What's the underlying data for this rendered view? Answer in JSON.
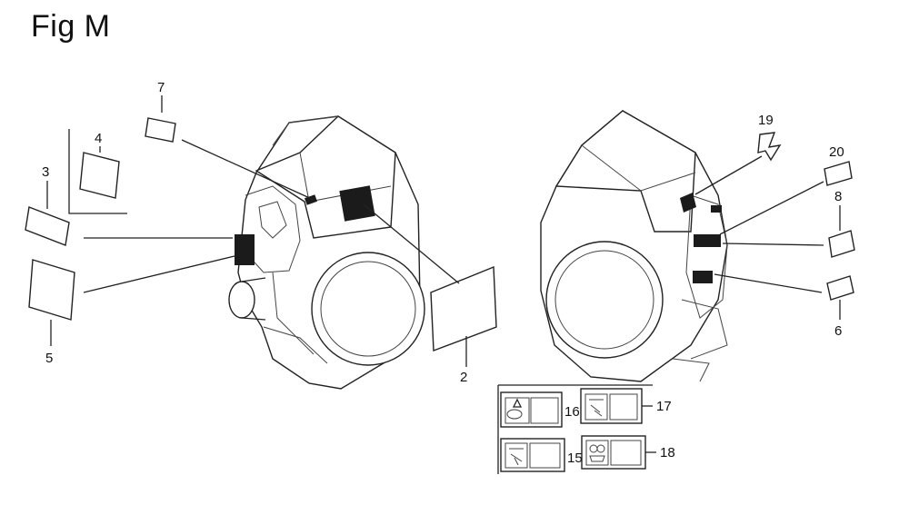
{
  "figure": {
    "title": "Fig M"
  },
  "callouts": {
    "c2": "2",
    "c3": "3",
    "c4": "4",
    "c5": "5",
    "c6": "6",
    "c7": "7",
    "c8": "8",
    "c15": "15",
    "c16": "16",
    "c17": "17",
    "c18": "18",
    "c19": "19",
    "c20": "20"
  }
}
